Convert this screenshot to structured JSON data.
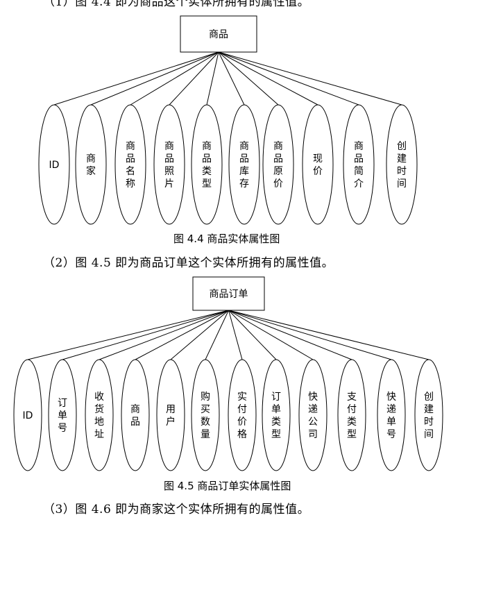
{
  "para1": "（1）图 4.4 即为商品这个实体所拥有的属性值。",
  "para2": "（2）图 4.5 即为商品订单这个实体所拥有的属性值。",
  "para3": "（3）图 4.6 即为商家这个实体所拥有的属性值。",
  "figure1": {
    "entity": "商品",
    "attributes": [
      "ID",
      "商家",
      "商品名称",
      "商品照片",
      "商品类型",
      "商品库存",
      "商品原价",
      "现价",
      "商品简介",
      "创建时间"
    ],
    "caption": "图 4.4  商品实体属性图"
  },
  "figure2": {
    "entity": "商品订单",
    "attributes": [
      "ID",
      "订单号",
      "收货地址",
      "商品",
      "用户",
      "购买数量",
      "实付价格",
      "订单类型",
      "快递公司",
      "支付类型",
      "快递单号",
      "创建时间"
    ],
    "caption": "图 4.5 商品订单实体属性图"
  }
}
